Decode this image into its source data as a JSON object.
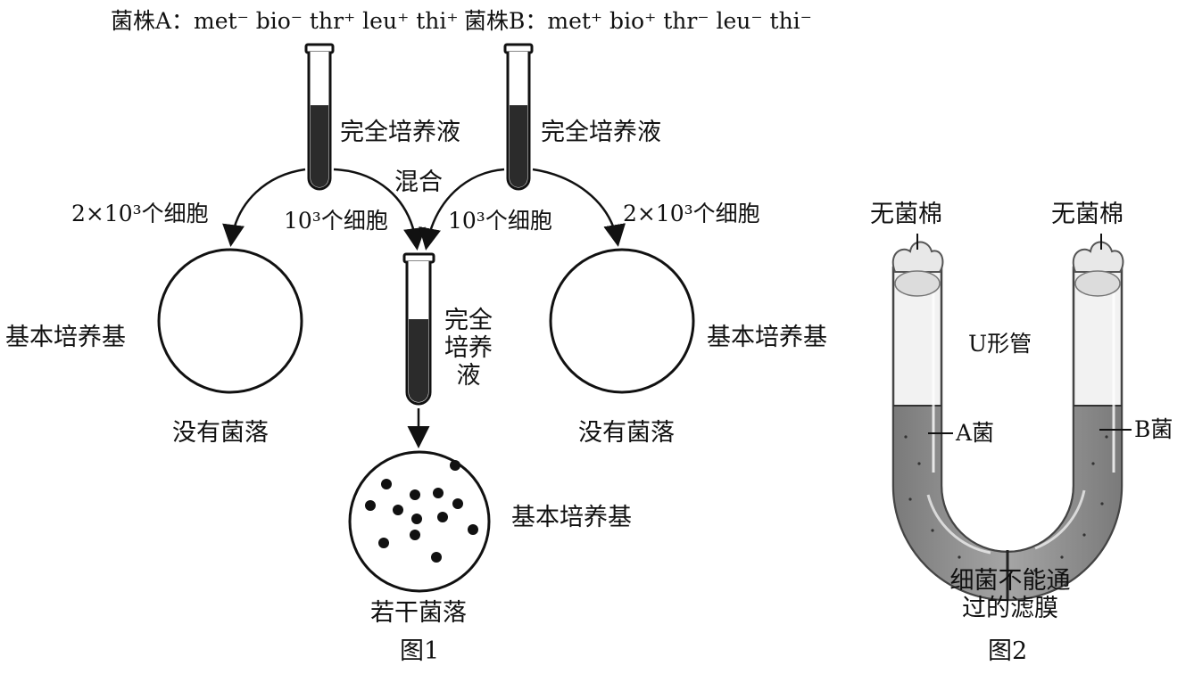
{
  "fig1": {
    "strain_a_label": "菌株A：met⁻ bio⁻ thr⁺ leu⁺ thi⁺",
    "strain_b_label": "菌株B：met⁺ bio⁺ thr⁻ leu⁻ thi⁻",
    "tube_a_label": "完全培养液",
    "tube_b_label": "完全培养液",
    "mix_label": "混合",
    "left_arrow_label": "2×10³个细胞",
    "mid_left_arrow_label": "10³个细胞",
    "mid_right_arrow_label": "10³个细胞",
    "right_arrow_label": "2×10³个细胞",
    "left_plate_label": "基本培养基",
    "right_plate_label": "基本培养基",
    "left_result": "没有菌落",
    "right_result": "没有菌落",
    "mixed_tube_label": "完全培养液",
    "bottom_plate_label": "基本培养基",
    "bottom_result": "若干菌落",
    "caption": "图1"
  },
  "fig2": {
    "cotton_left": "无菌棉",
    "cotton_right": "无菌棉",
    "tube_label": "U形管",
    "bacteria_a": "A菌",
    "bacteria_b": "B菌",
    "membrane_label": "细菌不能通过的滤膜",
    "caption": "图2"
  },
  "colors": {
    "liquid": "#2b2b2b",
    "tube_liquid": "#8f8f8f",
    "glass": "#f4f4f4"
  }
}
